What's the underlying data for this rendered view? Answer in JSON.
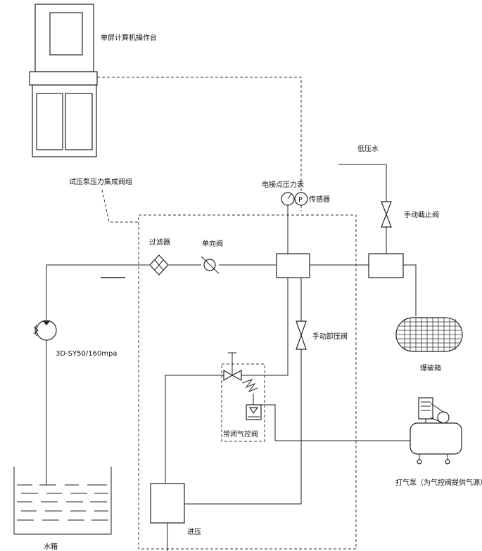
{
  "labels": {
    "workstation": "单屏计算机操作台",
    "manifold": "试压泵压力集成阀组",
    "gauge": "电接点压力表",
    "sensor": "传感器",
    "gauge_symbol": "P",
    "low_water": "低压水",
    "manual_stop_valve": "手动截止阀",
    "filter": "过滤器",
    "check_valve": "单向阀",
    "manual_relief_valve": "手动卸压阀",
    "tank": "爆破箱",
    "pump": "3D-SY50/160mpa",
    "pneumatic_valve": "常闭气控阀",
    "air_pump": "打气泵（为气控阀提供气源）",
    "pressure_in": "进压",
    "water_tank": "水箱"
  }
}
